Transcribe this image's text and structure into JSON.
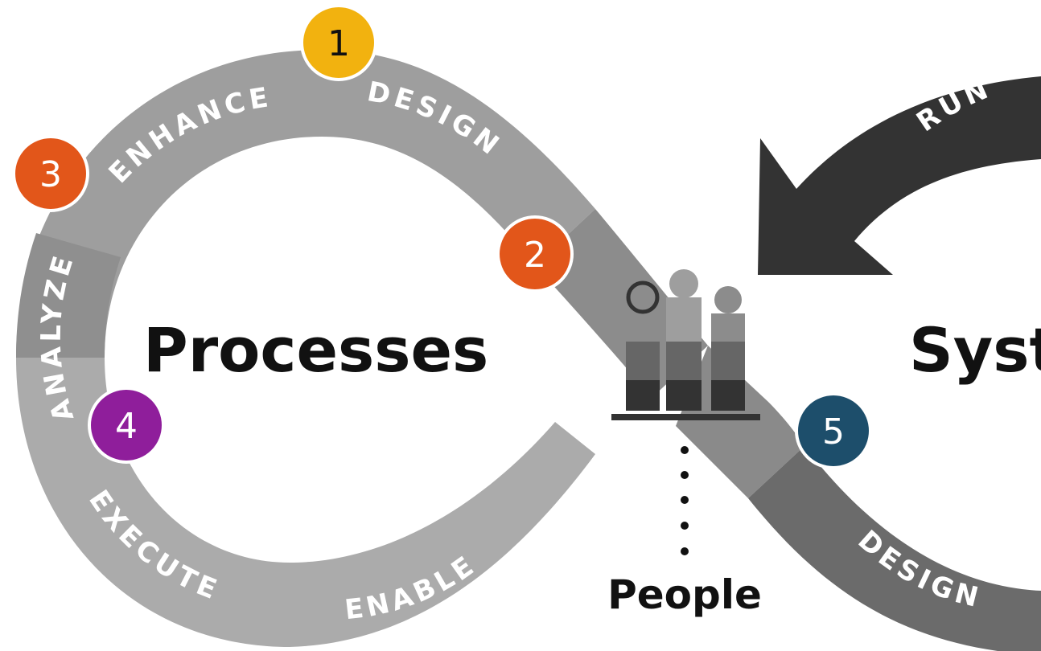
{
  "diagram": {
    "left_loop_title": "Processes",
    "right_loop_title": "Syst",
    "center_label": "People",
    "band_labels": {
      "design_left": "DESIGN",
      "enhance": "ENHANCE",
      "analyze": "ANALYZE",
      "execute": "EXECUTE",
      "enable": "ENABLE",
      "run": "RUN",
      "design_right": "DESIGN"
    },
    "badges": [
      {
        "label": "1",
        "color": "#f2b20f"
      },
      {
        "label": "2",
        "color": "#e2561a"
      },
      {
        "label": "3",
        "color": "#e2561a"
      },
      {
        "label": "4",
        "color": "#8f1e9b"
      },
      {
        "label": "5",
        "color": "#1d4e6b"
      }
    ],
    "colors": {
      "band_dark": "#8c8c8c",
      "band_mid": "#9e9e9e",
      "band_light": "#ababab",
      "band_right": "#6b6b6b",
      "arrow": "#333333",
      "text": "#111111",
      "band_text": "#ffffff"
    }
  }
}
